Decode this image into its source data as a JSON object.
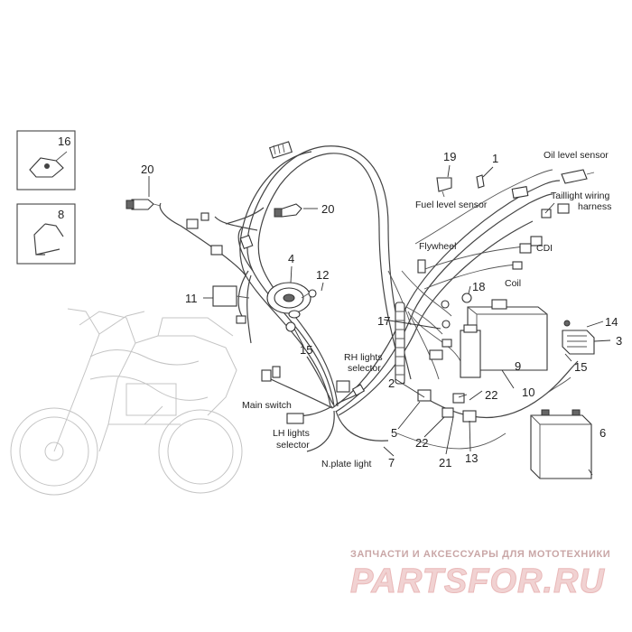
{
  "diagram": {
    "part_numbers": {
      "p16": "16",
      "p8": "8",
      "p20a": "20",
      "p20b": "20",
      "p19": "19",
      "p1": "1",
      "p4": "4",
      "p12": "12",
      "p11": "11",
      "p15a": "15",
      "p18": "18",
      "p17": "17",
      "p14": "14",
      "p3": "3",
      "p9": "9",
      "p10": "10",
      "p15b": "15",
      "p22a": "22",
      "p2": "2",
      "p5": "5",
      "p22b": "22",
      "p21": "21",
      "p13": "13",
      "p6": "6",
      "p7": "7"
    },
    "labels": {
      "oil_level_sensor": "Oil level sensor",
      "fuel_level_sensor": "Fuel level sensor",
      "taillight_line1": "Taillight wiring",
      "taillight_line2": "harness",
      "flywheel": "Flywheel",
      "cdi": "CDI",
      "coil": "Coil",
      "rh_line1": "RH lights",
      "rh_line2": "selector",
      "main_switch": "Main switch",
      "lh_line1": "LH lights",
      "lh_line2": "selector",
      "nplate": "N.plate light"
    },
    "watermark": {
      "tagline": "ЗАПЧАСТИ И АКСЕССУАРЫ ДЛЯ МОТОТЕХНИКИ",
      "logo": "PARTSFOR.RU"
    }
  }
}
